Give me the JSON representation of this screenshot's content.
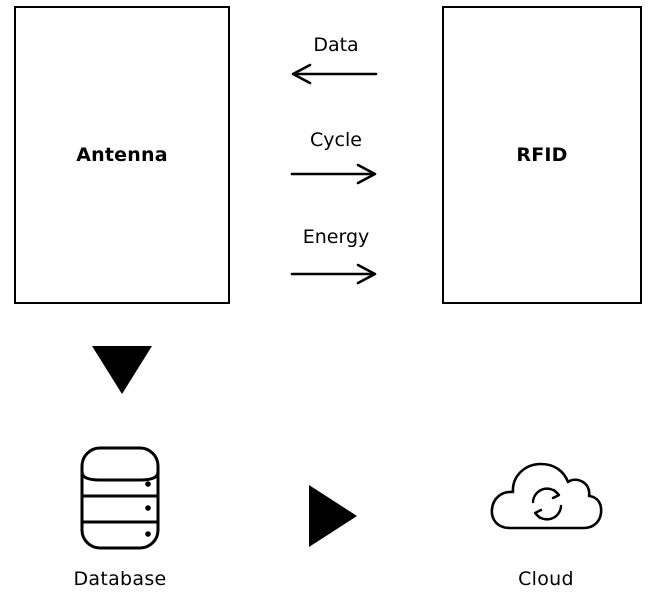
{
  "blocks": {
    "antenna": "Antenna",
    "rfid": "RFID"
  },
  "flows": [
    {
      "label": "Data",
      "direction": "left"
    },
    {
      "label": "Cycle",
      "direction": "right"
    },
    {
      "label": "Energy",
      "direction": "right"
    }
  ],
  "nodes": {
    "database": {
      "label": "Database",
      "icon": "database-icon"
    },
    "cloud": {
      "label": "Cloud",
      "icon": "cloud-sync-icon"
    }
  },
  "colors": {
    "stroke": "#000000",
    "background": "#ffffff"
  }
}
